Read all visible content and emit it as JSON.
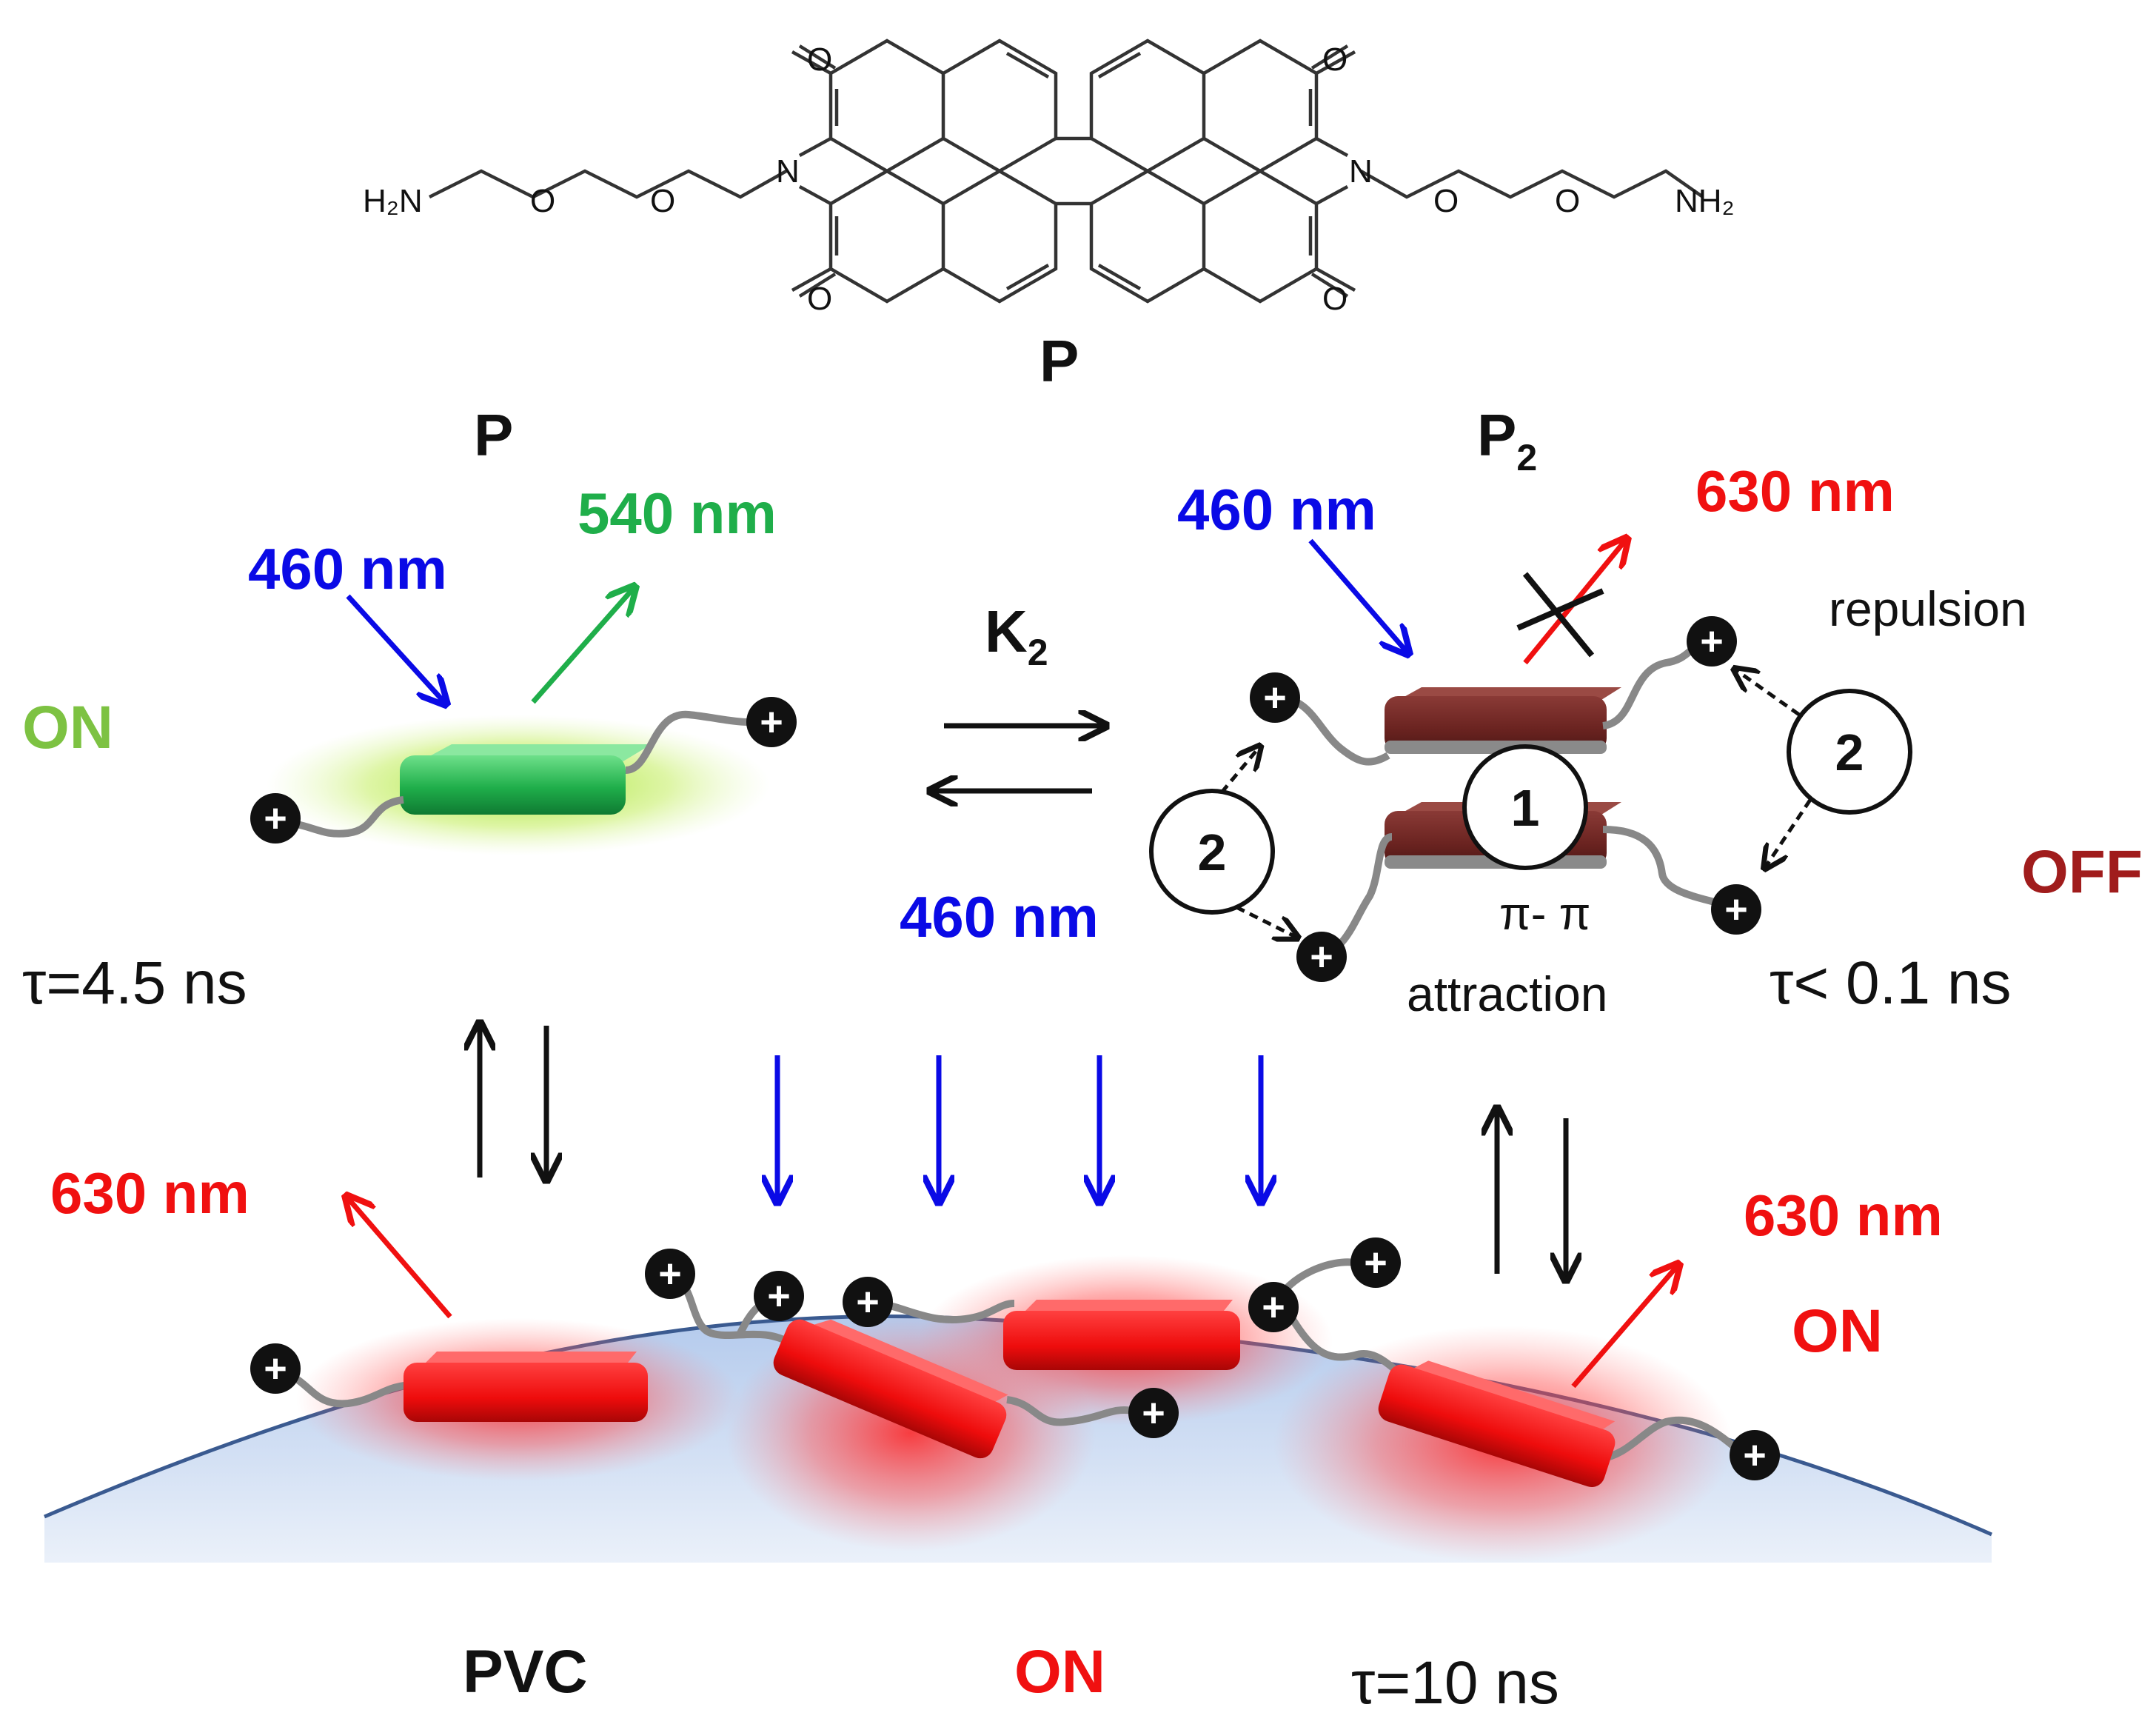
{
  "structure": {
    "atoms": {
      "h2n": "H₂N",
      "o": "O",
      "n": "N",
      "nh2": "NH₂"
    },
    "compound_label": "P"
  },
  "monomer": {
    "title": "P",
    "excitation": "460 nm",
    "emission": "540 nm",
    "state": "ON",
    "lifetime": "τ=4.5 ns",
    "charge": "+"
  },
  "equilibrium": {
    "constant": "K",
    "constant_sub": "2",
    "back_excitation": "460 nm"
  },
  "dimer": {
    "title": "P",
    "title_sub": "2",
    "excitation": "460 nm",
    "emission": "630 nm",
    "repulsion": "repulsion",
    "interaction_1": "1",
    "interaction_2": "2",
    "pi_pi": "π- π",
    "attraction": "attraction",
    "state": "OFF",
    "lifetime": "τ< 0.1 ns"
  },
  "surface": {
    "left_emission": "630 nm",
    "right_emission": "630 nm",
    "right_state": "ON",
    "surface_label": "PVC",
    "state": "ON",
    "lifetime": "τ=10 ns"
  },
  "colors": {
    "blue": "#0a0ae6",
    "green": "#1fae4a",
    "light_green": "#7dc242",
    "red": "#f01010",
    "dark_red": "#a01c1c",
    "black": "#111111",
    "chain": "#888888"
  }
}
